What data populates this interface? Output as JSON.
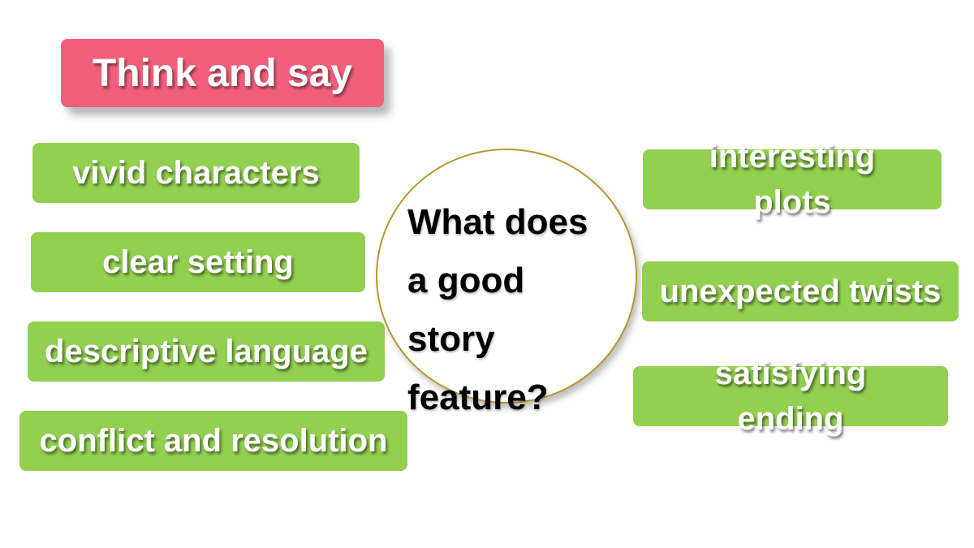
{
  "title": "Think and say",
  "question": "What does\na good\nstory\nfeature?",
  "left_tags": [
    "vivid characters",
    "clear setting",
    "descriptive language",
    "conflict and resolution"
  ],
  "right_tags": [
    "interesting plots",
    "unexpected twists",
    "satisfying ending"
  ],
  "colors": {
    "title_bg": "#f25f7a",
    "tag_bg": "#92d050",
    "circle_border": "#b8972e"
  }
}
